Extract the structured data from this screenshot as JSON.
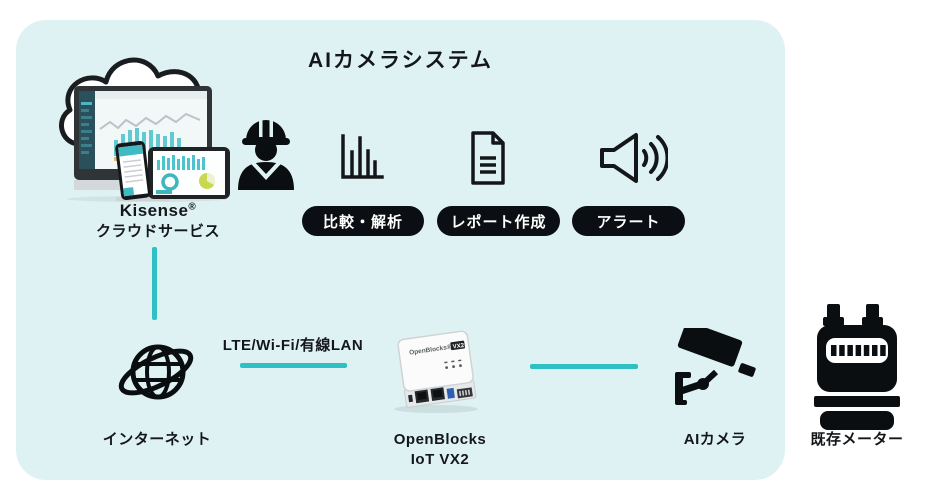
{
  "title": "AIカメラシステム",
  "colors": {
    "panel_bg": "#dff2f3",
    "connector_teal": "#2fc0c6",
    "pill_bg": "#0b0e13",
    "pill_text": "#ffffff",
    "text": "#14171a"
  },
  "cloud_service": {
    "name": "Kisense",
    "reg_mark": "®",
    "subtitle": "クラウドサービス"
  },
  "features": [
    {
      "icon": "bar-chart-icon",
      "label": "比較・解析"
    },
    {
      "icon": "report-document-icon",
      "label": "レポート作成"
    },
    {
      "icon": "speaker-alert-icon",
      "label": "アラート"
    }
  ],
  "connections": {
    "link_label": "LTE/Wi-Fi/有線LAN"
  },
  "nodes": {
    "internet": {
      "label": "インターネット"
    },
    "gateway": {
      "label_line1": "OpenBlocks",
      "label_line2": "IoT VX2",
      "device_print": "OpenBlocks® IoT",
      "device_badge": "VX2"
    },
    "camera": {
      "label": "AIカメラ"
    },
    "meter": {
      "label": "既存メーター"
    }
  }
}
